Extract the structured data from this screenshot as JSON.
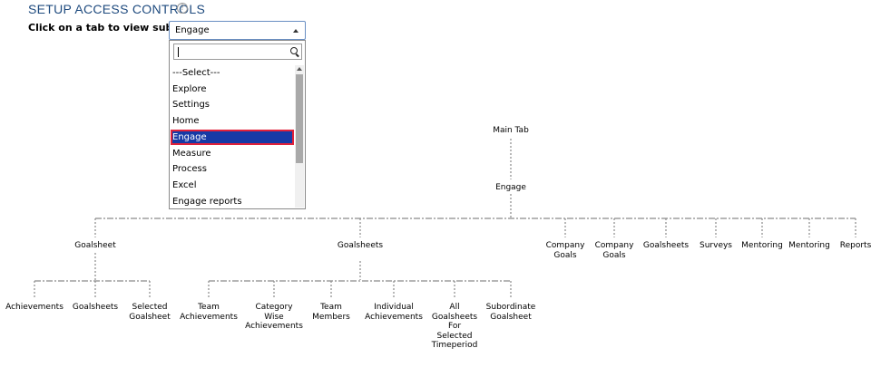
{
  "header": {
    "title": "SETUP ACCESS CONTROLS",
    "help_icon": "?"
  },
  "prompt": {
    "label": "Click on a tab to view sub-tabs:"
  },
  "tab_select": {
    "value": "Engage",
    "search_value": "",
    "options": [
      "---Select---",
      "Explore",
      "Settings",
      "Home",
      "Engage",
      "Measure",
      "Process",
      "Excel",
      "Engage reports"
    ],
    "selected": "Engage",
    "selected_bg": "#163aa6",
    "selected_border": "#e0213a"
  },
  "tree": {
    "root": "Main Tab",
    "tab": "Engage",
    "level1": [
      {
        "label": [
          "Goalsheet"
        ]
      },
      {
        "label": [
          "Goalsheets"
        ]
      },
      {
        "label": [
          "Company",
          "Goals"
        ]
      },
      {
        "label": [
          "Company",
          "Goals"
        ]
      },
      {
        "label": [
          "Goalsheets"
        ]
      },
      {
        "label": [
          "Surveys"
        ]
      },
      {
        "label": [
          "Mentoring"
        ]
      },
      {
        "label": [
          "Mentoring"
        ]
      },
      {
        "label": [
          "Reports"
        ]
      }
    ],
    "level2_goalsheet": [
      {
        "label": [
          "Achievements"
        ]
      },
      {
        "label": [
          "Goalsheets"
        ]
      },
      {
        "label": [
          "Selected",
          "Goalsheet"
        ]
      }
    ],
    "level2_goalsheets": [
      {
        "label": [
          "Team",
          "Achievements"
        ]
      },
      {
        "label": [
          "Category",
          "Wise",
          "Achievements"
        ]
      },
      {
        "label": [
          "Team",
          "Members"
        ]
      },
      {
        "label": [
          "Individual",
          "Achievements"
        ]
      },
      {
        "label": [
          "All",
          "Goalsheets",
          "For",
          "Selected",
          "Timeperiod"
        ]
      },
      {
        "label": [
          "Subordinate",
          "Goalsheet"
        ]
      }
    ],
    "line_color": "#8a8a8a"
  }
}
